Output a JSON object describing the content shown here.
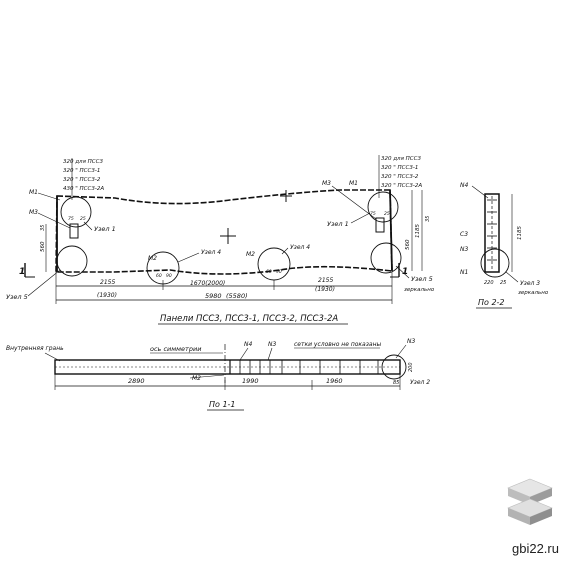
{
  "elevation": {
    "left_notes": [
      "320 для ПСС3",
      "320 \" ПСС3-1",
      "320 \" ПСС3-2",
      "430 \" ПСС3-2А"
    ],
    "right_notes": [
      "320 для ПСС3",
      "320 \" ПСС3-1",
      "320 \" ПСС3-2",
      "320 \" ПСС3-2А"
    ],
    "m1_left": "М1",
    "m3_left": "М3",
    "uzel1_left": "Узел 1",
    "m2_left": "М2",
    "uzel4_top": "Узел 4",
    "m2_right": "М2",
    "uzel4_right": "Узел 4",
    "m3_right": "М3",
    "m1_right": "М1",
    "uzel1_right": "Узел 1",
    "uzel5_left": "Узел 5",
    "uzel5_right": "Узел 5",
    "mirror_right": "зеркально",
    "section_mark": "1",
    "dim_left_h": "560",
    "dim_left_small": "35",
    "dim_right_h": "560",
    "dim_right_total": "1185",
    "dim_right_small": "35",
    "dim_left_span": "2155",
    "dim_left_span_alt": "(1930)",
    "dim_mid": "1670(2000)",
    "dim_right_span": "2155",
    "dim_right_span_alt": "(1930)",
    "dim_total": "5980",
    "dim_total_alt": "(5580)",
    "dim_60_90_a": "60",
    "dim_60_90_b": "90",
    "dim_60_90_c": "60",
    "dim_60_90_d": "90",
    "dim_75_a": "75",
    "dim_25_a": "25",
    "dim_75_b": "75",
    "dim_25_b": "25"
  },
  "title_main": "Панели ПСС3, ПСС3-1, ПСС3-2, ПСС3-2А",
  "section22": {
    "n4": "N4",
    "c3": "С3",
    "n3": "N3",
    "n1": "N1",
    "h": "1185",
    "b1": "220",
    "b2": "25",
    "uzel3": "Узел 3",
    "mirror": "зеркально",
    "caption": "По 2-2"
  },
  "section11": {
    "inner_face": "Внутренняя грань",
    "axis": "ось симметрии",
    "n4": "N4",
    "n3a": "N3",
    "note": "сетки условно не показаны",
    "n3b": "N3",
    "m2": "М2",
    "d1": "2890",
    "d2": "1990",
    "d3": "1960",
    "d4": "85",
    "d5": "200",
    "uzel2": "Узел 2",
    "caption": "По 1-1"
  },
  "site": "gbi22.ru"
}
